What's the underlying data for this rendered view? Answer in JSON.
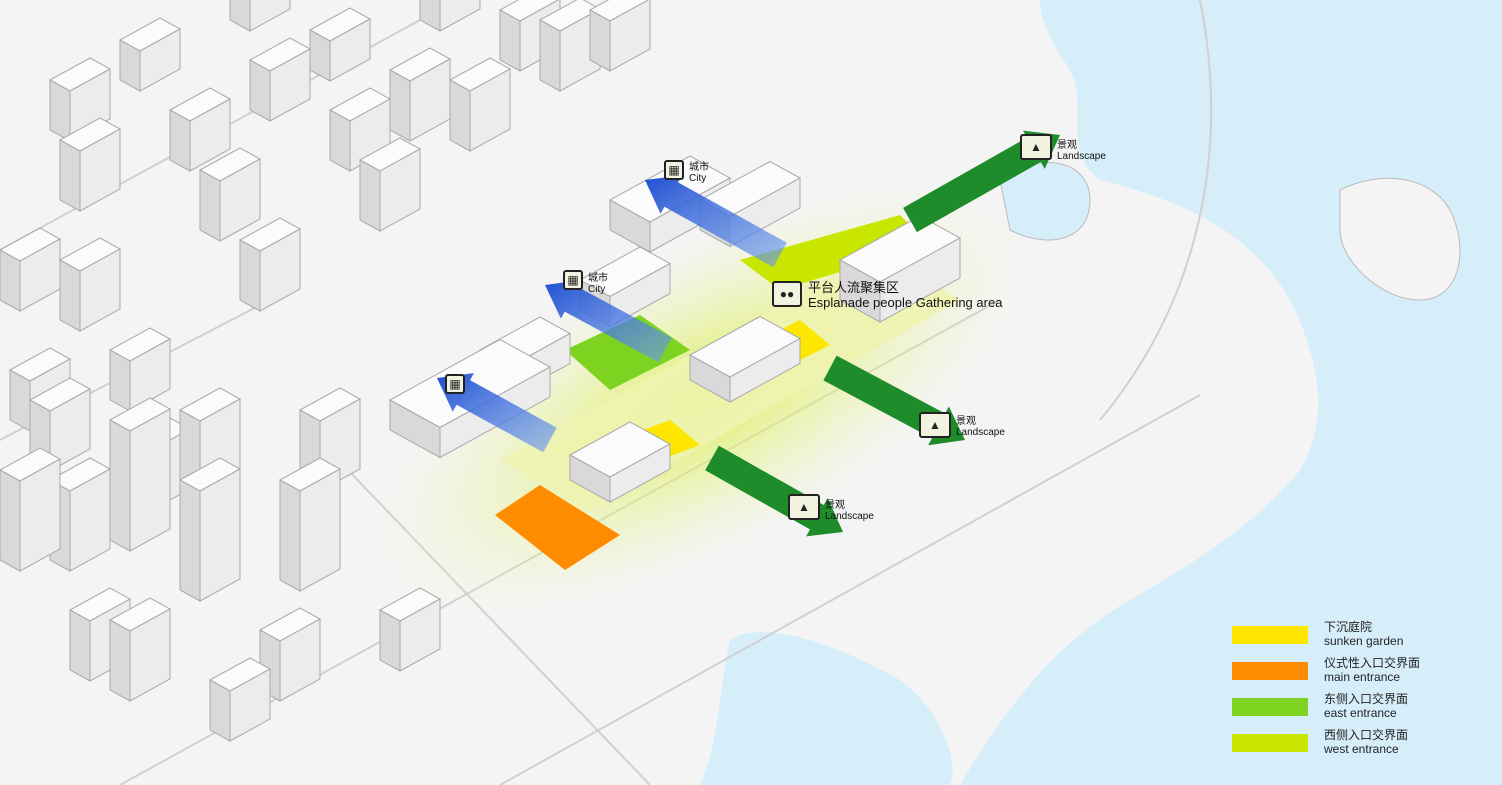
{
  "gathering_area": {
    "zh": "平台人流聚集区",
    "en": "Esplanade people Gathering area",
    "icon": "people-group-icon"
  },
  "city_labels": [
    {
      "zh": "城市",
      "en": "City",
      "icon": "building-icon"
    },
    {
      "zh": "城市",
      "en": "City",
      "icon": "building-icon"
    },
    {
      "icon": "building-icon"
    }
  ],
  "landscape_labels": [
    {
      "zh": "景观",
      "en": "Landscape",
      "icon": "tree-water-icon"
    },
    {
      "zh": "景观",
      "en": "Landscape",
      "icon": "tree-water-icon"
    },
    {
      "zh": "景观",
      "en": "Landscape",
      "icon": "tree-water-icon"
    }
  ],
  "legend": [
    {
      "zh": "下沉庭院",
      "en": "sunken garden",
      "color": "#ffe600"
    },
    {
      "zh": "仪式性入口交界面",
      "en": "main entrance",
      "color": "#ff8c00"
    },
    {
      "zh": "东侧入口交界面",
      "en": "east entrance",
      "color": "#7ed321"
    },
    {
      "zh": "西侧入口交界面",
      "en": "west entrance",
      "color": "#c8e600"
    }
  ],
  "colors": {
    "water": "#d6eefa",
    "city_arrow": "#2a5fd8",
    "landscape_arrow": "#1e8c2a"
  }
}
